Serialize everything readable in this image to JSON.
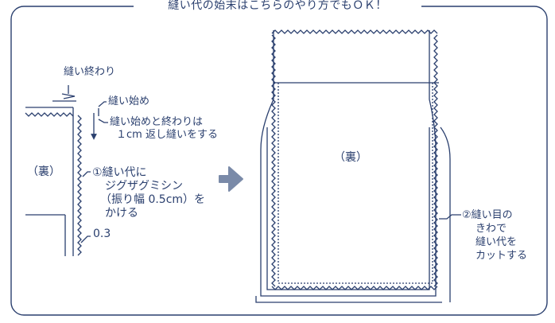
{
  "title": "縫い代の始末はこちらのやり方でもＯＫ！",
  "colors": {
    "ink": "#2a3f6e",
    "arrow": "#7a8aa8",
    "background": "#ffffff"
  },
  "left_panel": {
    "end_label": "縫い終わり",
    "start_label": "縫い始め",
    "backstitch_note": [
      "縫い始めと終わりは",
      "１cm 返し縫いをする"
    ],
    "side_label": "（裏）",
    "zigzag_note": [
      "①縫い代に",
      "ジグザグミシン",
      "（振り幅 0.5cm）を",
      "かける"
    ],
    "measure": "0.3"
  },
  "flow_arrow_icon": "right-arrow-icon",
  "right_panel": {
    "center_label": "（裏）",
    "cut_note": [
      "②縫い目の",
      "きわで",
      "縫い代を",
      "カットする"
    ]
  }
}
